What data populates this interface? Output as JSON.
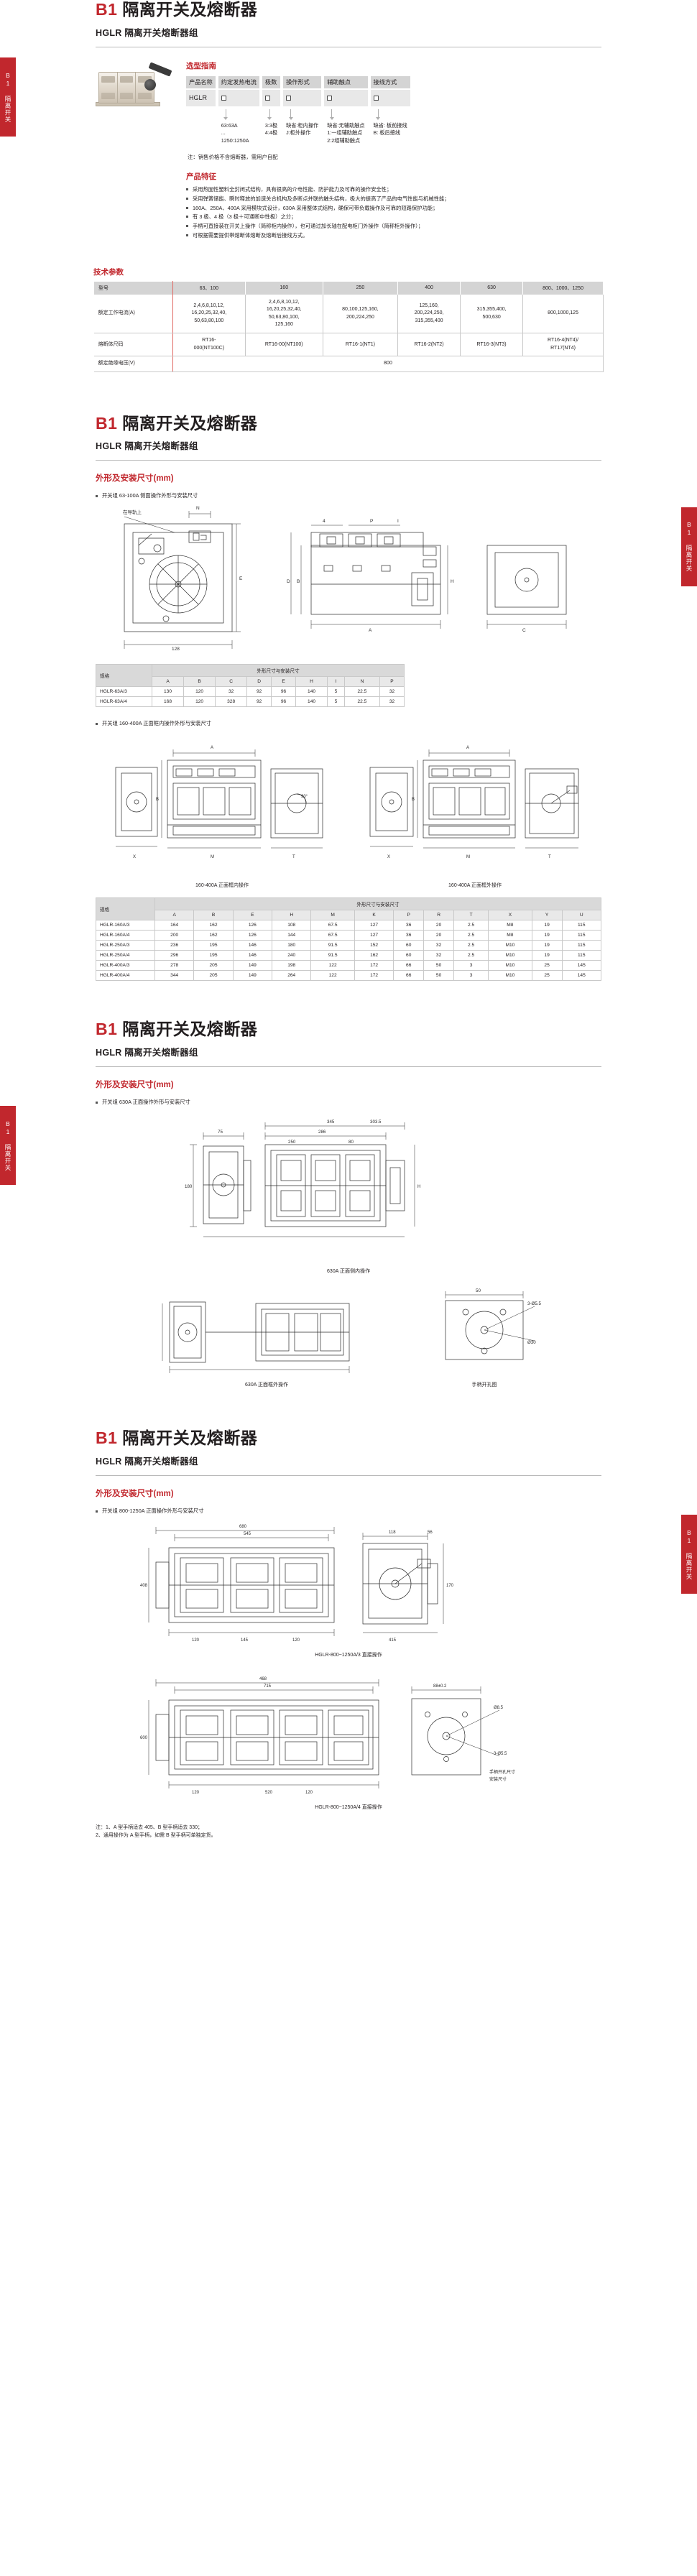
{
  "doc": {
    "side_tab_label": "B1 隔离开关"
  },
  "sections": [
    {
      "title_code": "B1",
      "title_main": "隔离开关及熔断器",
      "title_sub": "HGLR 隔离开关熔断器组"
    },
    {
      "title_code": "B1",
      "title_main": "隔离开关及熔断器",
      "title_sub": "HGLR 隔离开关熔断器组"
    },
    {
      "title_code": "B1",
      "title_main": "隔离开关及熔断器",
      "title_sub": "HGLR 隔离开关熔断器组"
    },
    {
      "title_code": "B1",
      "title_main": "隔离开关及熔断器",
      "title_sub": "HGLR 隔离开关熔断器组"
    }
  ],
  "selection_guide": {
    "heading": "选型指南",
    "columns": [
      "产品名称",
      "约定发热电流",
      "极数",
      "操作形式",
      "辅助触点",
      "接线方式"
    ],
    "row_values": [
      "HGLR",
      "□",
      "□",
      "□",
      "□",
      "□"
    ],
    "legends": [
      "",
      "63:63A\n...\n1250:1250A",
      "3:3极\n4:4极",
      "缺省:柜内操作\nJ:柜外操作",
      "缺省:无辅助触点\n1:一组辅助触点\n2:2组辅助触点",
      "缺省: 板前接线\nB: 板后接线"
    ],
    "note": "注：销售价格不含熔断器，需用户自配"
  },
  "features": {
    "heading": "产品特征",
    "items": [
      "采用热固性塑料全封闭式结构，具有很高的介电性能、防护能力及可靠的操作安全性；",
      "采用弹簧储能、瞬时释放的加速关合机构及多断点并联的触头结构，极大的提高了产品的电气性能与机械性能；",
      "160A、250A、400A 采用模块式设计，630A 采用整体式结构，确保可带负载操作及可靠的短路保护功能；",
      "有 3 极、4 极（3 极＋可通断中性极）之分；",
      "手柄可直接装在开关上操作（简称柜内操作），也可通过加长轴在配电柜门外操作（简称柜外操作）；",
      "可根据需要提供带熔断体熔断及熔断后接线方式。"
    ]
  },
  "tech_params": {
    "heading": "技术参数",
    "columns": [
      "型号",
      "63、100",
      "160",
      "250",
      "400",
      "630",
      "800、1000、1250"
    ],
    "rows": [
      {
        "label": "额定工作电流(A)",
        "values": [
          "2,4,6,8,10,12,\n16,20,25,32,40,\n50,63,80,100",
          "2,4,6,8,10,12,\n16,20,25,32,40,\n50,63,80,100,\n125,160",
          "80,100,125,160,\n200,224,250",
          "125,160,\n200,224,250,\n315,355,400",
          "315,355,400,\n500,630",
          "800,1000,125"
        ]
      },
      {
        "label": "熔断体尺码",
        "values": [
          "RT16-\n000(NT100C)",
          "RT16-00(NT100)",
          "RT16-1(NT1)",
          "RT16-2(NT2)",
          "RT16-3(NT3)",
          "RT16-4(NT4)/\nRT17(NT4)"
        ]
      },
      {
        "label": "额定绝缘电压(V)",
        "values": [
          "800"
        ],
        "span": true
      }
    ]
  },
  "dimensions_page2": {
    "heading": "外形及安装尺寸(mm)",
    "draw_note_1": "开关组 63-100A 侧面操作外形与安装尺寸",
    "draw_note_2": "开关组 160-400A 正面框内操作外形与安装尺寸",
    "caption_a": "160-400A 正面框内操作",
    "caption_b": "160-400A 正面框外操作",
    "table1": {
      "group_header": "外形尺寸与安装尺寸",
      "col_model": "规格",
      "columns": [
        "A",
        "B",
        "C",
        "D",
        "E",
        "H",
        "I",
        "N",
        "P"
      ],
      "rows": [
        {
          "model": "HGLR-63A/3",
          "values": [
            "130",
            "120",
            "32",
            "92",
            "96",
            "140",
            "5",
            "22.5",
            "32"
          ]
        },
        {
          "model": "HGLR-63A/4",
          "values": [
            "168",
            "120",
            "328",
            "92",
            "96",
            "140",
            "5",
            "22.5",
            "32"
          ]
        }
      ]
    },
    "table2": {
      "group_header": "外形尺寸与安装尺寸",
      "col_model": "规格",
      "columns": [
        "A",
        "B",
        "E",
        "H",
        "M",
        "K",
        "P",
        "R",
        "T",
        "X",
        "Y",
        "U"
      ],
      "rows": [
        {
          "model": "HGLR-160A/3",
          "values": [
            "164",
            "162",
            "126",
            "108",
            "67.5",
            "127",
            "36",
            "20",
            "2.5",
            "M8",
            "19",
            "115"
          ]
        },
        {
          "model": "HGLR-160A/4",
          "values": [
            "200",
            "162",
            "126",
            "144",
            "67.5",
            "127",
            "36",
            "20",
            "2.5",
            "M8",
            "19",
            "115"
          ]
        },
        {
          "model": "HGLR-250A/3",
          "values": [
            "236",
            "195",
            "146",
            "180",
            "91.5",
            "152",
            "60",
            "32",
            "2.5",
            "M10",
            "19",
            "115"
          ]
        },
        {
          "model": "HGLR-250A/4",
          "values": [
            "296",
            "195",
            "146",
            "240",
            "91.5",
            "162",
            "60",
            "32",
            "2.5",
            "M10",
            "19",
            "115"
          ]
        },
        {
          "model": "HGLR-400A/3",
          "values": [
            "278",
            "205",
            "149",
            "198",
            "122",
            "172",
            "66",
            "50",
            "3",
            "M10",
            "25",
            "145"
          ]
        },
        {
          "model": "HGLR-400A/4",
          "values": [
            "344",
            "205",
            "149",
            "264",
            "122",
            "172",
            "66",
            "50",
            "3",
            "M10",
            "25",
            "145"
          ]
        }
      ]
    }
  },
  "dimensions_page3": {
    "heading": "外形及安装尺寸(mm)",
    "draw_note": "开关组 630A 正面操作外形与安装尺寸",
    "caption_a": "630A 正面侧内操作",
    "caption_b": "630A 正面框外操作",
    "caption_c": "手柄开孔图",
    "labels": [
      "75",
      "286",
      "345",
      "250",
      "80",
      "303.5",
      "180",
      "50",
      "3-Ø5.5",
      "Ø30"
    ]
  },
  "dimensions_page4": {
    "heading": "外形及安装尺寸(mm)",
    "draw_note": "开关组 800-1250A 正面操作外形与安装尺寸",
    "caption_a": "HGLR-800~1250A/3 直接操作",
    "caption_b": "HGLR-800~1250A/4 直接操作",
    "caption_d": "手柄开孔尺寸安装尺寸",
    "footer_notes": [
      "注：1、A 型手柄适去 405、B 型手柄适去 330；",
      "2、通用操作为 A 型手柄，如需 B 型手柄可单独定货。"
    ],
    "labels": [
      "545",
      "680",
      "408",
      "145",
      "120",
      "118",
      "170",
      "415",
      "715",
      "468",
      "600",
      "520"
    ]
  },
  "colors": {
    "accent_red": "#c1272d",
    "header_gray": "#d4d4d4",
    "cell_gray": "#e8e8e8",
    "line_gray": "#c9c9c9"
  }
}
